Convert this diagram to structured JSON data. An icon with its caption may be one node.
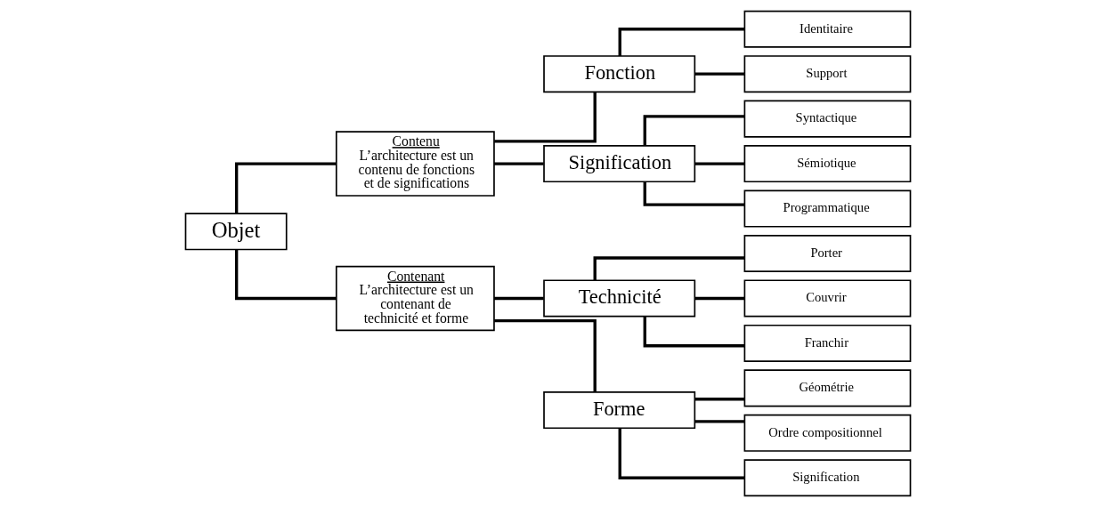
{
  "diagram": {
    "nodes": [
      {
        "text": [
          "Objet"
        ]
      },
      {
        "text": [
          "Contenu",
          "L’architecture est un contenu de fonctions et de significations"
        ]
      },
      {
        "text": [
          "Contenant",
          "L’architecture est un contenant de technicité et forme"
        ]
      },
      {
        "text": [
          "Fonction"
        ]
      },
      {
        "text": [
          "Signification"
        ]
      },
      {
        "text": [
          "Technicité"
        ]
      },
      {
        "text": [
          "Forme"
        ]
      },
      {
        "text": [
          "Identitaire"
        ]
      },
      {
        "text": [
          "Support"
        ]
      },
      {
        "text": [
          "Syntactique"
        ]
      },
      {
        "text": [
          "Sémiotique"
        ]
      },
      {
        "text": [
          "Programmatique"
        ]
      },
      {
        "text": [
          "Porter"
        ]
      },
      {
        "text": [
          "Couvrir"
        ]
      },
      {
        "text": [
          "Franchir"
        ]
      },
      {
        "text": [
          "Géométrie"
        ]
      },
      {
        "text": [
          "Ordre compositionnel"
        ]
      },
      {
        "text": [
          "Signification"
        ]
      }
    ],
    "edges": [
      {
        "from": 0,
        "to": 1,
        "arrow": "none"
      },
      {
        "from": 0,
        "to": 2,
        "arrow": "none"
      },
      {
        "from": 1,
        "to": 3,
        "arrow": "none"
      },
      {
        "from": 1,
        "to": 4,
        "arrow": "none"
      },
      {
        "from": 2,
        "to": 5,
        "arrow": "none"
      },
      {
        "from": 2,
        "to": 6,
        "arrow": "none"
      },
      {
        "from": 3,
        "to": 7,
        "arrow": "none"
      },
      {
        "from": 3,
        "to": 8,
        "arrow": "none"
      },
      {
        "from": 4,
        "to": 9,
        "arrow": "none"
      },
      {
        "from": 4,
        "to": 10,
        "arrow": "none"
      },
      {
        "from": 4,
        "to": 11,
        "arrow": "none"
      },
      {
        "from": 5,
        "to": 12,
        "arrow": "none"
      },
      {
        "from": 5,
        "to": 13,
        "arrow": "none"
      },
      {
        "from": 5,
        "to": 14,
        "arrow": "none"
      },
      {
        "from": 6,
        "to": 15,
        "arrow": "none"
      },
      {
        "from": 6,
        "to": 16,
        "arrow": "none"
      },
      {
        "from": 6,
        "to": 17,
        "arrow": "none"
      }
    ]
  }
}
